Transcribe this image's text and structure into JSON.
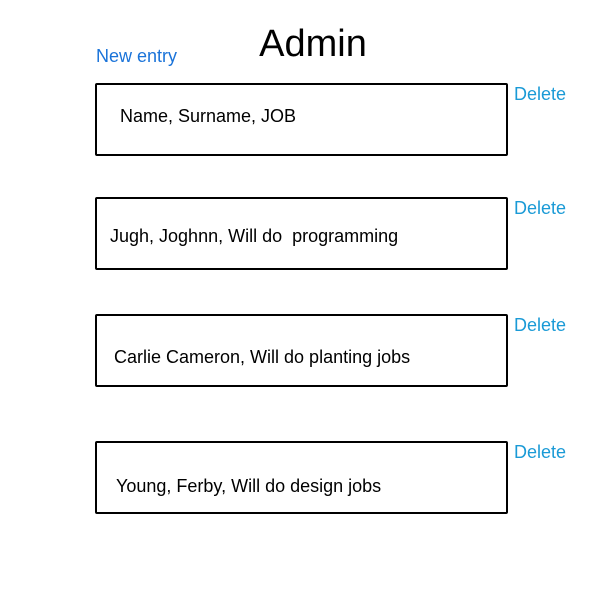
{
  "page": {
    "title": "Admin",
    "new_entry_label": "New entry"
  },
  "colors": {
    "link_blue": "#1a73d9",
    "delete_blue": "#1a9ad6",
    "border": "#000000"
  },
  "entries": [
    {
      "text": "Name, Surname, JOB",
      "delete_label": "Delete"
    },
    {
      "text": "Jugh, Joghnn, Will do  programming",
      "delete_label": "Delete"
    },
    {
      "text": "Carlie Cameron, Will do planting jobs",
      "delete_label": "Delete"
    },
    {
      "text": "Young, Ferby, Will do design jobs",
      "delete_label": "Delete"
    }
  ]
}
